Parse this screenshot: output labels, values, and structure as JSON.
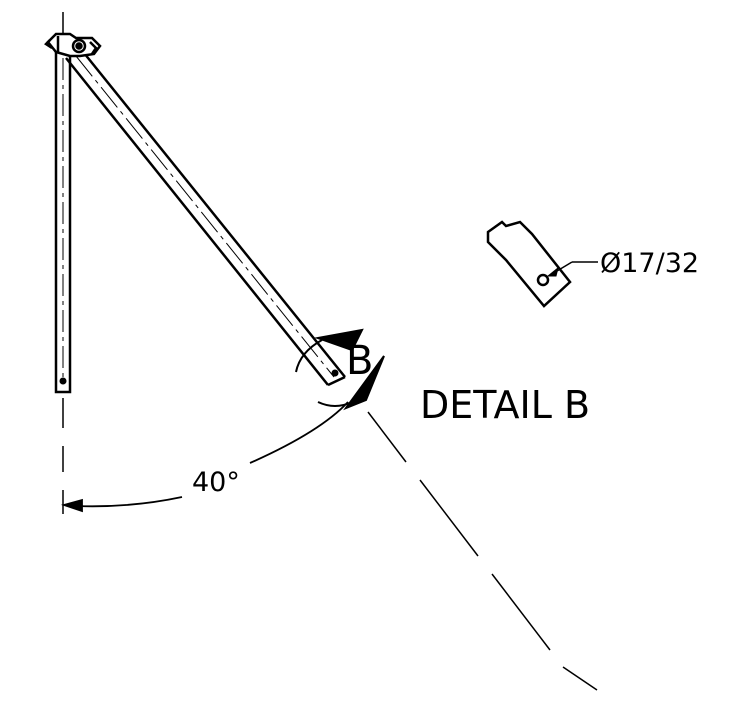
{
  "drawing": {
    "callout_label": "B",
    "detail_title": "DETAIL  B",
    "angle_dimension": "40°",
    "hole_dimension": "Ø17/32"
  },
  "colors": {
    "line": "#000000",
    "background": "#ffffff"
  }
}
